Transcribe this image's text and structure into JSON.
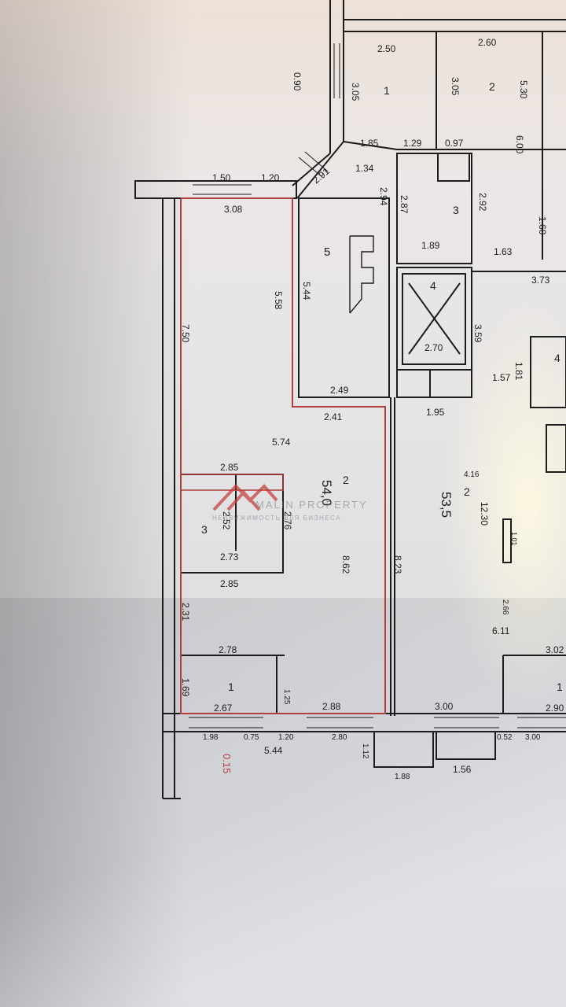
{
  "colors": {
    "wall": "#1c1c1c",
    "outline": "#b0403f",
    "watermark": "#c23a3a",
    "paper": "#e9e7e8"
  },
  "watermark": {
    "brand": "MALIN PROPERTY",
    "tagline": "НЕДВИЖИМОСТЬ ДЛЯ БИЗНЕСА",
    "icon": "house-logo-icon"
  },
  "rooms": {
    "r1_top": "1",
    "r2_top": "2",
    "r3_top": "3",
    "r4_top": "4",
    "r5": "5",
    "r1_small": "1",
    "r2_main": "2",
    "r3_small": "3",
    "r2_right": "2",
    "r1_right": "1",
    "r4_right": "4"
  },
  "areas": {
    "main": "54,0",
    "right": "53,5"
  },
  "dims": {
    "d_250": "2.50",
    "d_260": "2.60",
    "d_305": "3.05",
    "d_305b": "3.05",
    "d_530": "5.30",
    "d_600": "6.00",
    "d_090": "0.90",
    "d_185": "1.85",
    "d_129": "1.29",
    "d_097": "0.97",
    "d_134": "1.34",
    "d_150": "1.50",
    "d_120": "1.20",
    "d_291": "2.91",
    "d_308": "3.08",
    "d_287": "2.87",
    "d_294": "2.94",
    "d_292": "2.92",
    "d_189": "1.89",
    "d_163": "1.63",
    "d_160": "1.60",
    "d_373": "3.73",
    "d_750": "7.50",
    "d_558": "5.58",
    "d_544": "5.44",
    "d_249": "2.49",
    "d_359": "3.59",
    "d_270": "2.70",
    "d_241": "2.41",
    "d_195": "1.95",
    "d_574": "5.74",
    "d_285": "2.85",
    "d_252": "2.52",
    "d_276": "2.76",
    "d_273": "2.73",
    "d_285b": "2.85",
    "d_862": "8.62",
    "d_823": "8.23",
    "d_1230": "12.30",
    "d_416": "4.16",
    "d_231": "2.31",
    "d_278": "2.78",
    "d_169": "1.69",
    "d_267": "2.67",
    "d_288": "2.88",
    "d_300": "3.00",
    "d_290": "2.90",
    "d_302": "3.02",
    "d_611": "6.11",
    "d_157": "1.57",
    "d_181": "1.81",
    "d_156": "1.56",
    "d_544b": "5.44",
    "d_015": "0.15",
    "d_198": "1.98",
    "d_075": "0.75",
    "d_120b": "1.20",
    "d_280": "2.80",
    "d_052": "0.52",
    "d_300b": "3.00",
    "d_188": "1.88",
    "d_266": "2.66",
    "d_101": "1.01",
    "d_125": "1.25",
    "d_112": "1.12"
  }
}
